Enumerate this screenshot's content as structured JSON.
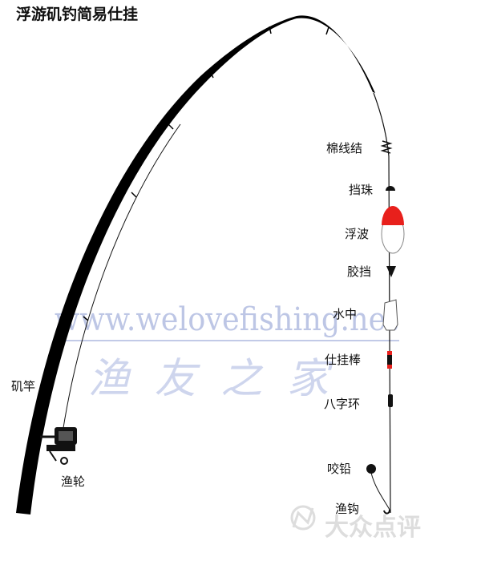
{
  "title": "浮游矶钓简易仕挂",
  "labels": {
    "rod": "矶竿",
    "reel": "渔轮",
    "knot": "棉线结",
    "bead": "挡珠",
    "float": "浮波",
    "rubber_stopper": "胶挡",
    "underwater_float": "水中",
    "swivel_stick": "仕挂棒",
    "swivel_ring": "八字环",
    "split_shot": "咬铅",
    "hook": "渔钩"
  },
  "watermark": {
    "url": "www.welovefishing.net",
    "name": "渔友之家",
    "brand": "大众点评"
  },
  "colors": {
    "line": "#111111",
    "float_top": "#e8201c",
    "watermark": "#9aa8d8"
  }
}
